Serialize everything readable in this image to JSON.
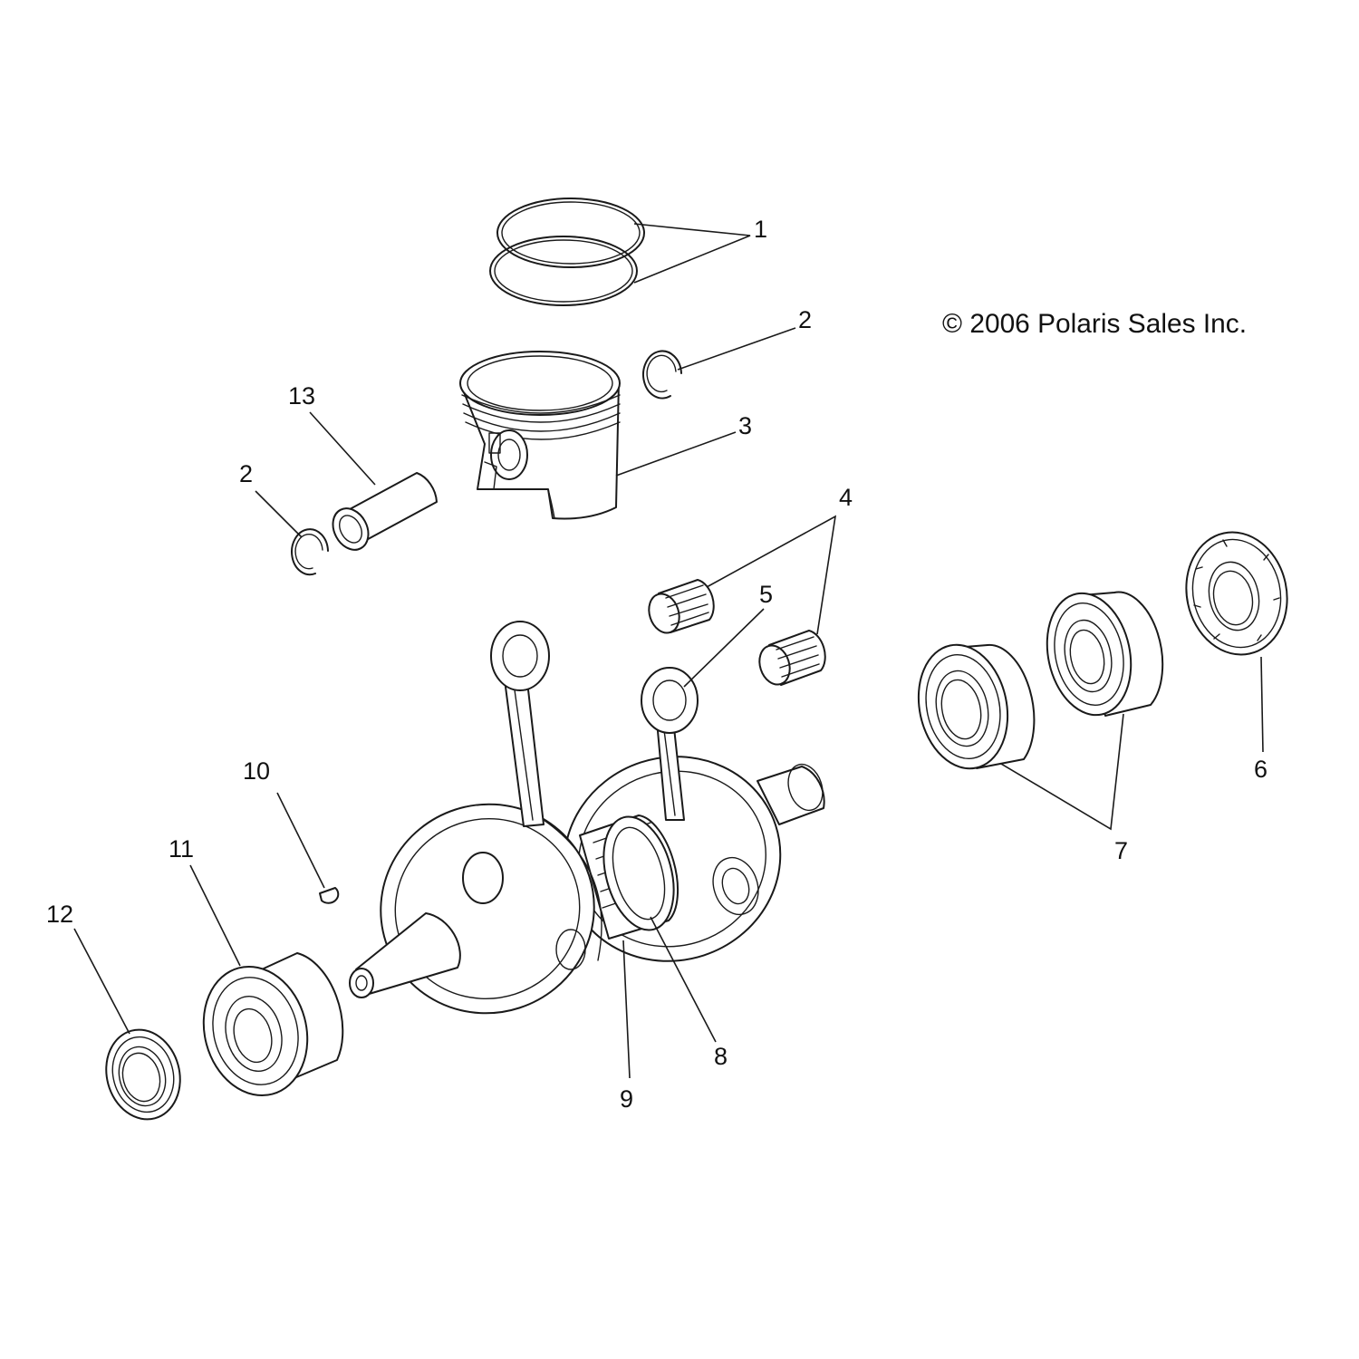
{
  "copyright": "© 2006 Polaris Sales Inc.",
  "callouts": {
    "c1": "1",
    "c2a": "2",
    "c2b": "2",
    "c3": "3",
    "c4": "4",
    "c5": "5",
    "c6": "6",
    "c7": "7",
    "c8": "8",
    "c9": "9",
    "c10": "10",
    "c11": "11",
    "c12": "12",
    "c13": "13"
  }
}
